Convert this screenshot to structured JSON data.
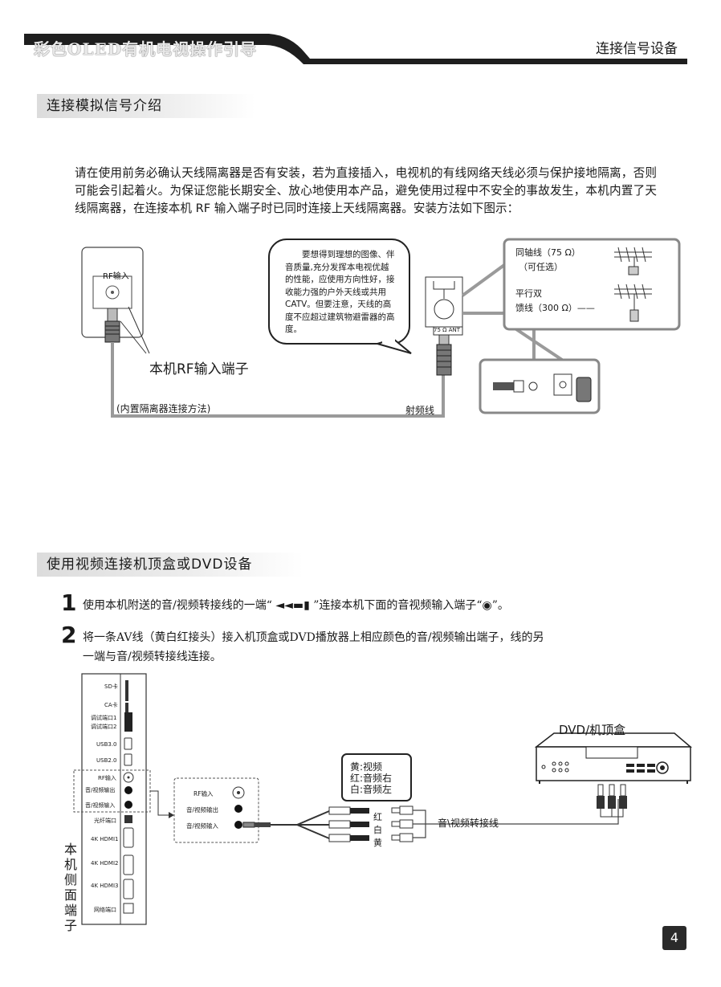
{
  "header": {
    "title": "彩色OLED有机电视操作引导",
    "section": "连接信号设备"
  },
  "section1": {
    "title": "连接模拟信号介绍",
    "paragraph": "请在使用前务必确认天线隔离器是否有安装，若为直接插入，电视机的有线网络天线必须与保护接地隔离，否则可能会引起着火。为保证您能长期安全、放心地使用本产品，避免使用过程中不安全的事故发生，本机内置了天线隔离器，在连接本机 RF 输入端子时已同时连接上天线隔离器。安装方法如下图示：",
    "diagram": {
      "rf_input_label": "RF输入",
      "rf_terminal_label": "本机RF输入端子",
      "builtin_method": "(内置隔离器连接方法)",
      "rf_cable": "射频线",
      "callout_text": "要想得到理想的图像、伴音质量,充分发挥本电视优越的性能，应使用方向性好，接收能力强的户外天线或共用CATV。但要注意，天线的高度不应超过建筑物避雷器的高度。",
      "coax_label": "同轴线（75 Ω）",
      "coax_optional": "（可任选）",
      "parallel_label": "平行双",
      "feeder_label": "馈线（300 Ω）——",
      "ant_label": "75 Ω ANT"
    }
  },
  "section2": {
    "title": "使用视频连接机顶盒或DVD设备",
    "steps": [
      {
        "num": "1",
        "text": "使用本机附送的音/视频转接线的一端“ ◄◄▬▮ ”连接本机下面的音视频输入端子“◉”。"
      },
      {
        "num": "2",
        "text_line1": "将一条AV线（黄白红接头）接入机顶盒或DVD播放器上相应颜色的音/视频输出端子，线的另",
        "text_line2": "一端与音/视频转接线连接。"
      }
    ],
    "diagram": {
      "side_ports": [
        "SD卡",
        "CA卡",
        "调试端口1",
        "调试端口2",
        "USB3.0",
        "USB2.0",
        "RF输入",
        "音/视频输出",
        "音/视频输入",
        "光纤端口",
        "4K HDMI1",
        "4K HDMI2",
        "4K HDMI3",
        "网络端口"
      ],
      "side_label_chars": [
        "本",
        "机",
        "侧",
        "面",
        "端",
        "子"
      ],
      "zoom_ports": [
        "RF输入",
        "音/视频输出",
        "音/视频输入"
      ],
      "color_legend": [
        "黄:视频",
        "红:音频右",
        "白:音频左"
      ],
      "plug_colors": [
        "红",
        "白",
        "黄"
      ],
      "adapter_cable": "音\\视频转接线",
      "dvd_label": "DVD/机顶盒"
    }
  },
  "page_number": "4",
  "colors": {
    "gray_cable": "#9a9a9a",
    "black": "#1a1a1a",
    "light_gray": "#e2e2e2"
  }
}
